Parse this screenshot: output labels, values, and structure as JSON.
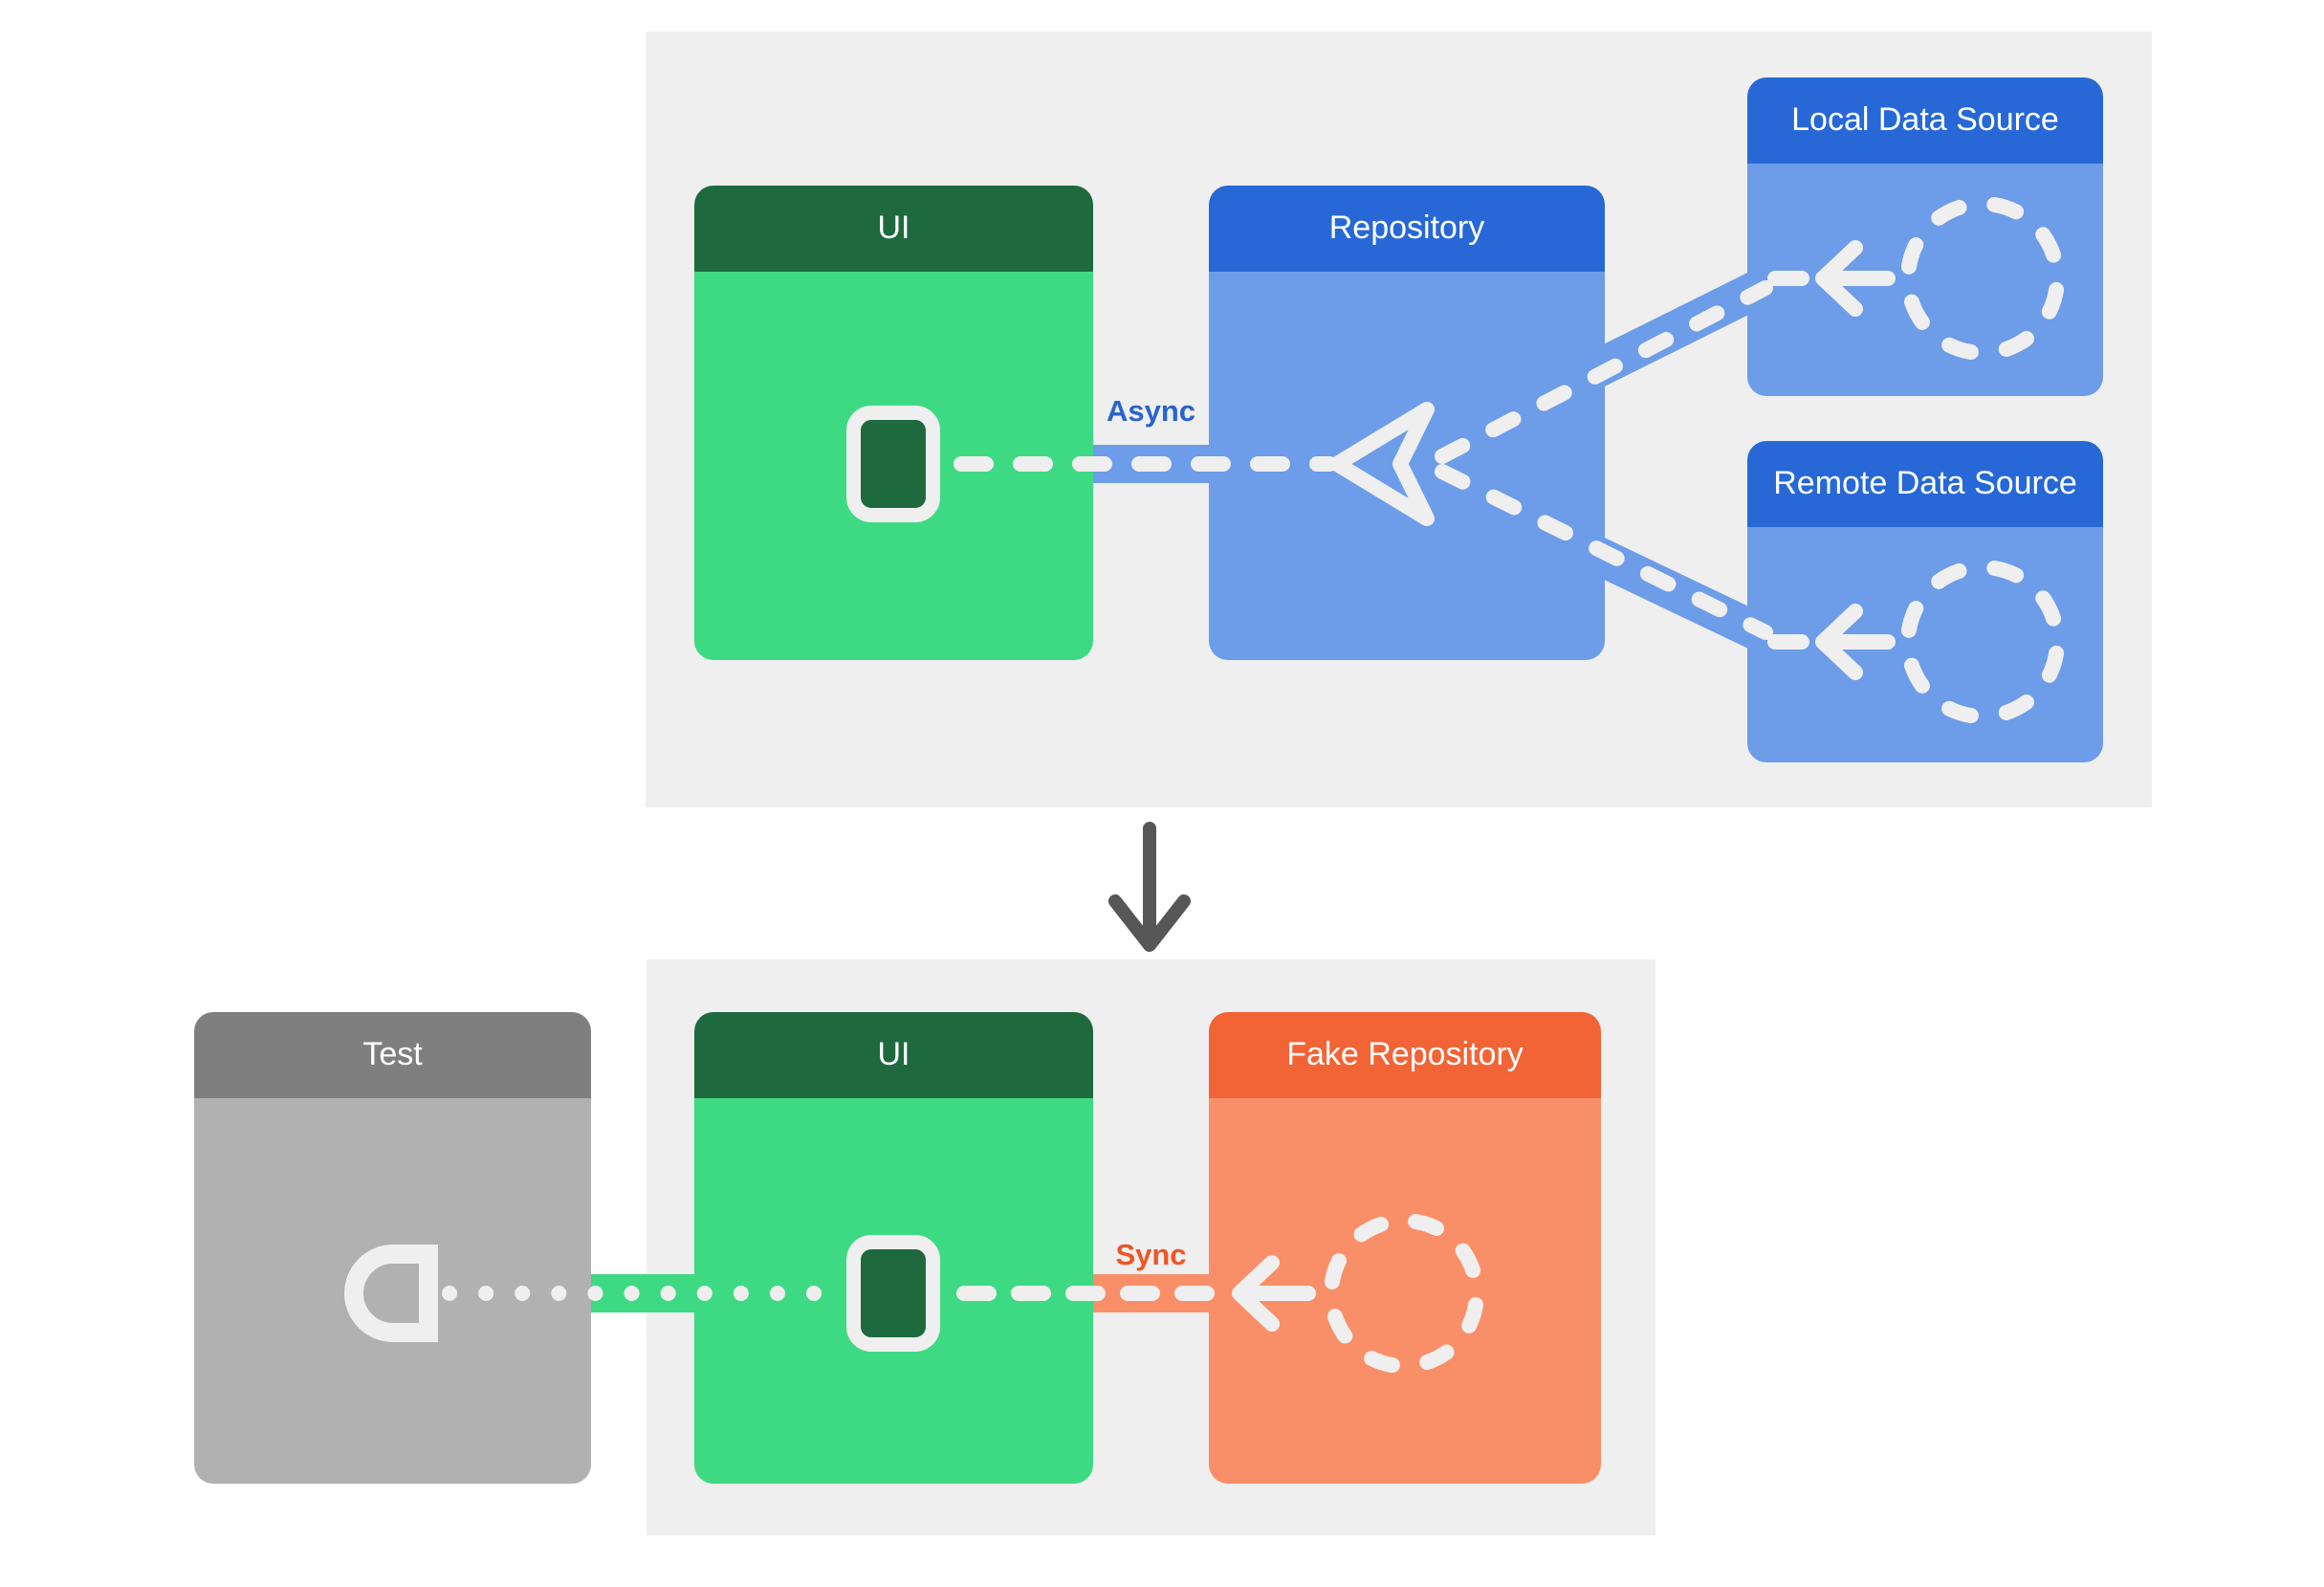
{
  "colors": {
    "page_bg": "#ffffff",
    "panel": "#efefef",
    "stroke": "#efefef",
    "green_header": "#1e6a3e",
    "green_body": "#3eda83",
    "blue_header": "#2768d6",
    "blue_body": "#6d9ce8",
    "gray_header": "#7f7f7f",
    "gray_body": "#b1b1b1",
    "orange_header": "#f26435",
    "orange_body": "#f98f69",
    "async_label": "#2a63cc",
    "sync_label": "#f05424",
    "down_arrow": "#575757"
  },
  "top_section": {
    "ui_box": {
      "label": "UI"
    },
    "repository_box": {
      "label": "Repository"
    },
    "local_data_source_box": {
      "label": "Local Data Source"
    },
    "remote_data_source_box": {
      "label": "Remote Data Source"
    },
    "connection_label": "Async"
  },
  "bottom_section": {
    "test_box": {
      "label": "Test"
    },
    "ui_box": {
      "label": "UI"
    },
    "fake_repository_box": {
      "label": "Fake Repository"
    },
    "connection_label": "Sync"
  },
  "icons": {
    "dashed-circle-icon": "◌",
    "left-arrow-icon": "←",
    "down-arrow-icon": "↓",
    "merge-triangle-icon": "◁",
    "port-icon": "▯",
    "socket-icon": "⊃"
  }
}
